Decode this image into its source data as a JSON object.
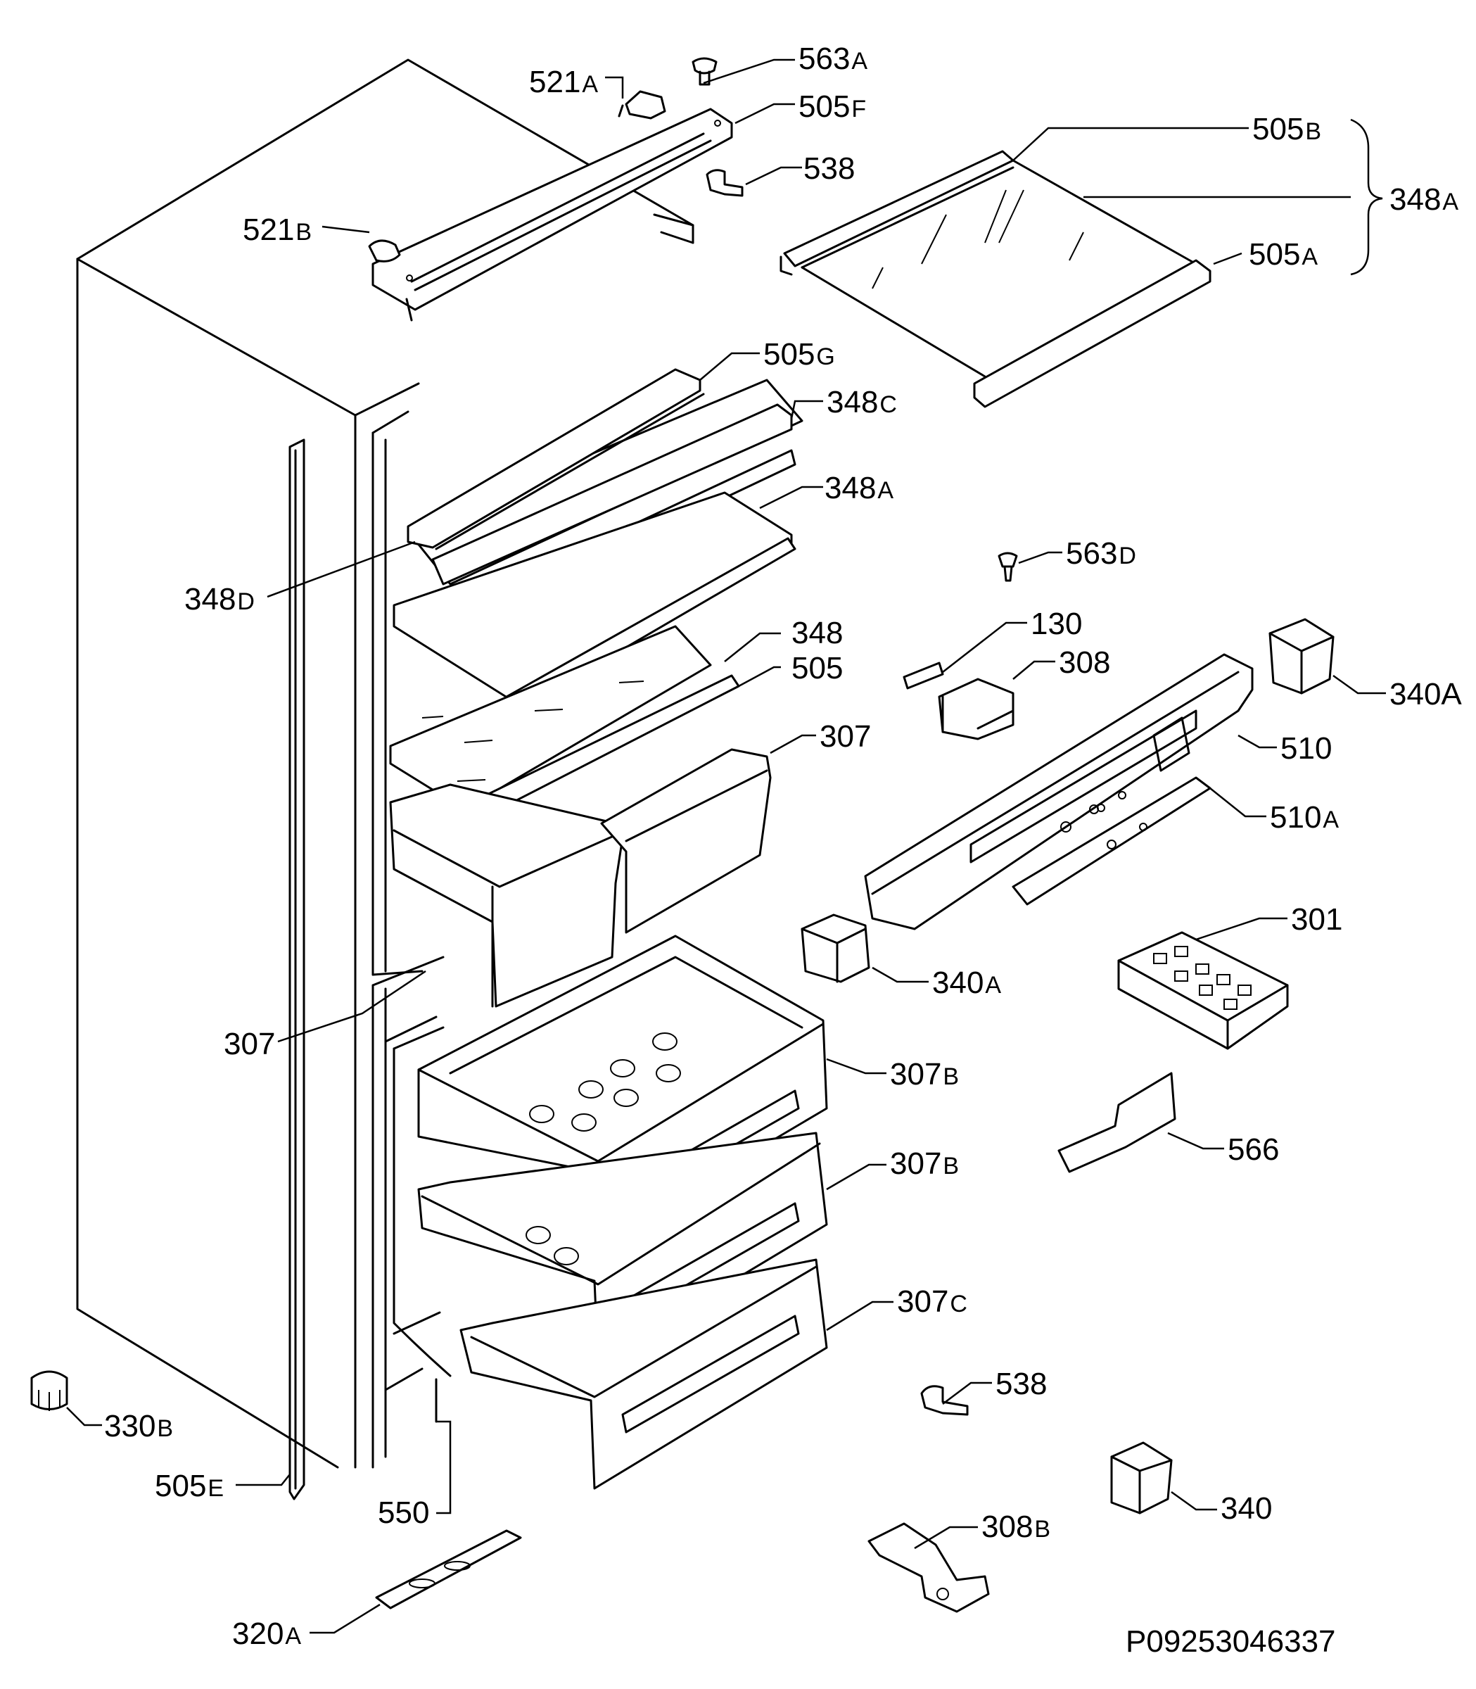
{
  "labels": [
    {
      "id": "l563a",
      "num": "563",
      "sfx": "A"
    },
    {
      "id": "l521a",
      "num": "521",
      "sfx": "A"
    },
    {
      "id": "l505f",
      "num": "505",
      "sfx": "F"
    },
    {
      "id": "l538t",
      "num": "538",
      "sfx": ""
    },
    {
      "id": "l505b",
      "num": "505",
      "sfx": "B"
    },
    {
      "id": "l348ar",
      "num": "348",
      "sfx": "A"
    },
    {
      "id": "l521b",
      "num": "521",
      "sfx": "B"
    },
    {
      "id": "l505a",
      "num": "505",
      "sfx": "A"
    },
    {
      "id": "l505g",
      "num": "505",
      "sfx": "G"
    },
    {
      "id": "l348c",
      "num": "348",
      "sfx": "C"
    },
    {
      "id": "l348a",
      "num": "348",
      "sfx": "A"
    },
    {
      "id": "l563d",
      "num": "563",
      "sfx": "D"
    },
    {
      "id": "l348d",
      "num": "348",
      "sfx": "D"
    },
    {
      "id": "l130",
      "num": "130",
      "sfx": ""
    },
    {
      "id": "l348",
      "num": "348",
      "sfx": ""
    },
    {
      "id": "l308",
      "num": "308",
      "sfx": ""
    },
    {
      "id": "l505",
      "num": "505",
      "sfx": ""
    },
    {
      "id": "l340ar",
      "num": "340A",
      "sfx": ""
    },
    {
      "id": "l307r",
      "num": "307",
      "sfx": ""
    },
    {
      "id": "l510",
      "num": "510",
      "sfx": ""
    },
    {
      "id": "l510a",
      "num": "510",
      "sfx": "A"
    },
    {
      "id": "l301",
      "num": "301",
      "sfx": ""
    },
    {
      "id": "l340a",
      "num": "340",
      "sfx": "A"
    },
    {
      "id": "l307l",
      "num": "307",
      "sfx": ""
    },
    {
      "id": "l307b1",
      "num": "307",
      "sfx": "B"
    },
    {
      "id": "l566",
      "num": "566",
      "sfx": ""
    },
    {
      "id": "l307b2",
      "num": "307",
      "sfx": "B"
    },
    {
      "id": "l307c",
      "num": "307",
      "sfx": "C"
    },
    {
      "id": "l538b",
      "num": "538",
      "sfx": ""
    },
    {
      "id": "l330b",
      "num": "330",
      "sfx": "B"
    },
    {
      "id": "l340",
      "num": "340",
      "sfx": ""
    },
    {
      "id": "l505e",
      "num": "505",
      "sfx": "E"
    },
    {
      "id": "l550",
      "num": "550",
      "sfx": ""
    },
    {
      "id": "l308b",
      "num": "308",
      "sfx": "B"
    },
    {
      "id": "l320a",
      "num": "320",
      "sfx": "A"
    }
  ],
  "doc_id": "P09253046337"
}
